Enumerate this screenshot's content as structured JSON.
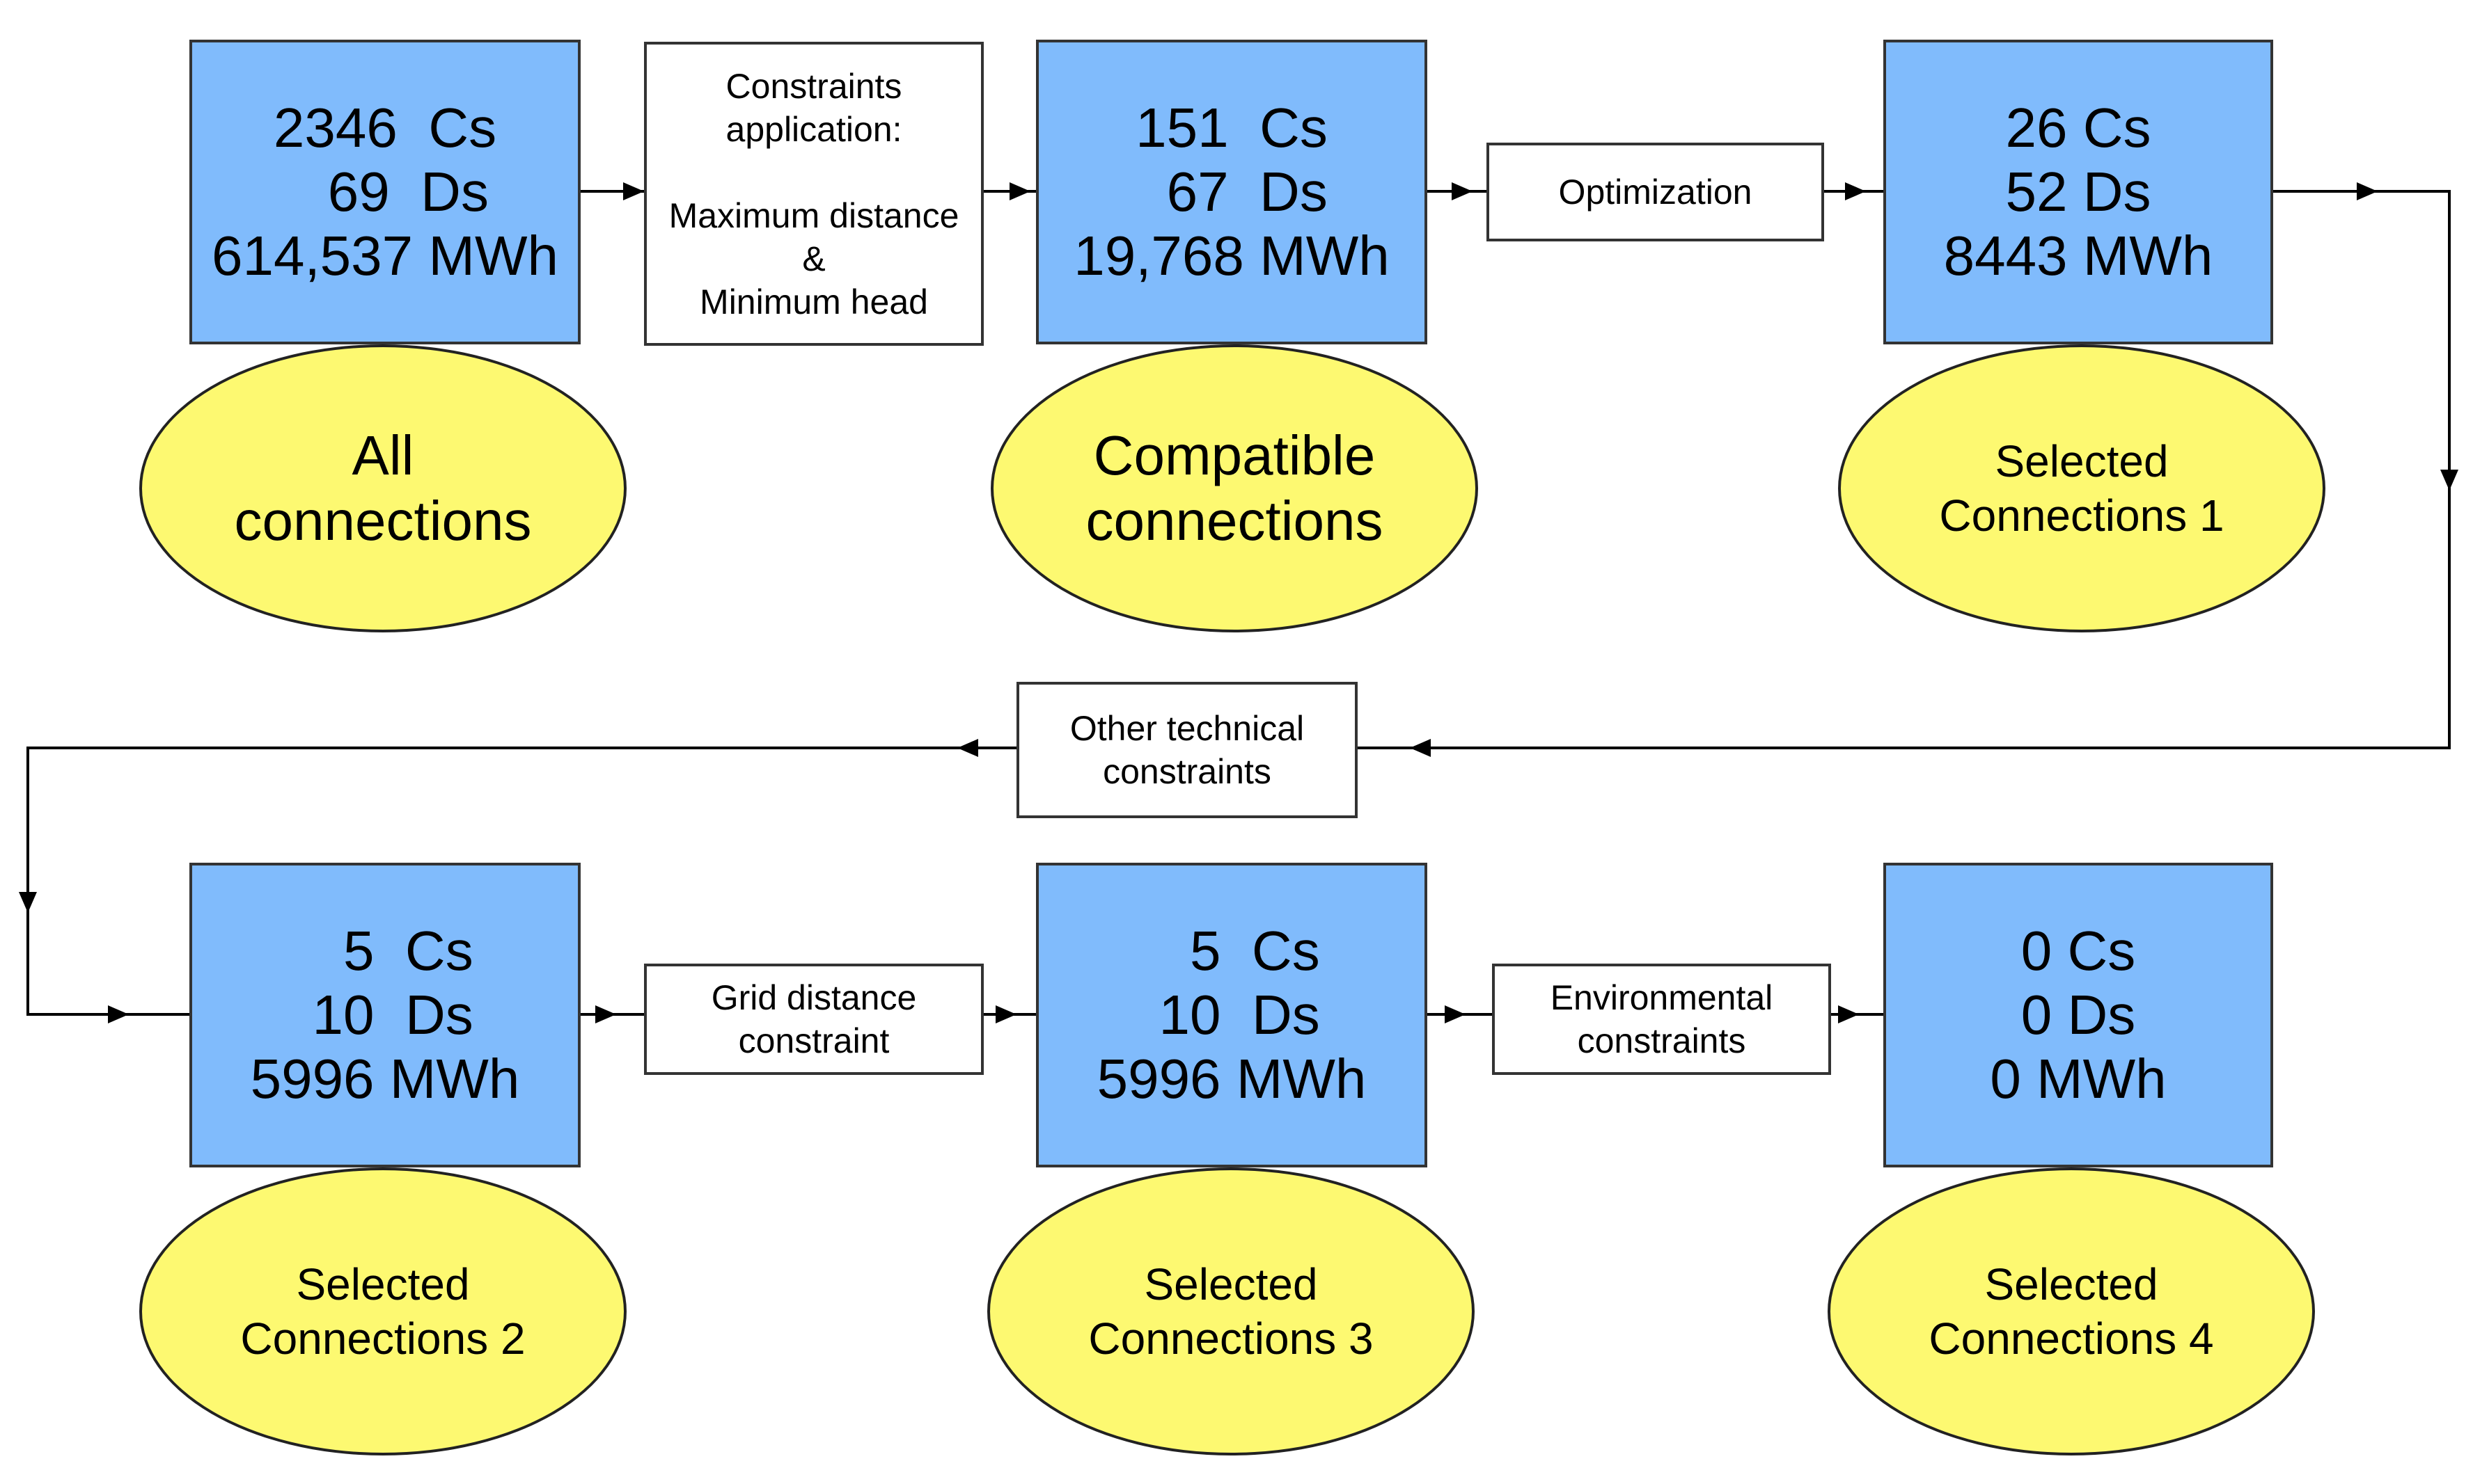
{
  "stages": [
    {
      "id": "s1",
      "lines": [
        "2346  Cs",
        "   69  Ds",
        "614,537 MWh"
      ],
      "label": [
        "All",
        "connections"
      ]
    },
    {
      "id": "s2",
      "lines": [
        "151  Cs",
        "  67  Ds",
        "19,768 MWh"
      ],
      "label": [
        "Compatible",
        "connections"
      ]
    },
    {
      "id": "s3",
      "lines": [
        "26 Cs",
        "52 Ds",
        "8443 MWh"
      ],
      "label": [
        "Selected",
        "Connections 1"
      ]
    },
    {
      "id": "s4",
      "lines": [
        "   5  Cs",
        " 10  Ds",
        "5996 MWh"
      ],
      "label": [
        "Selected",
        "Connections 2"
      ]
    },
    {
      "id": "s5",
      "lines": [
        "   5  Cs",
        " 10  Ds",
        "5996 MWh"
      ],
      "label": [
        "Selected",
        "Connections 3"
      ]
    },
    {
      "id": "s6",
      "lines": [
        "0 Cs",
        "0 Ds",
        "0 MWh"
      ],
      "label": [
        "Selected",
        "Connections 4"
      ]
    }
  ],
  "processes": [
    {
      "id": "p1",
      "lines": [
        "Constraints",
        "application:",
        "",
        "Maximum distance",
        "&",
        "Minimum head"
      ]
    },
    {
      "id": "p2",
      "lines": [
        "Optimization"
      ]
    },
    {
      "id": "p3",
      "lines": [
        "Other technical",
        "constraints"
      ]
    },
    {
      "id": "p4",
      "lines": [
        "Grid distance",
        "constraint"
      ]
    },
    {
      "id": "p5",
      "lines": [
        "Environmental",
        "constraints"
      ]
    }
  ],
  "colors": {
    "stage_fill": "#80BBFC",
    "label_fill": "#FDF971",
    "process_fill": "#FFFFFF",
    "line": "#000000"
  }
}
